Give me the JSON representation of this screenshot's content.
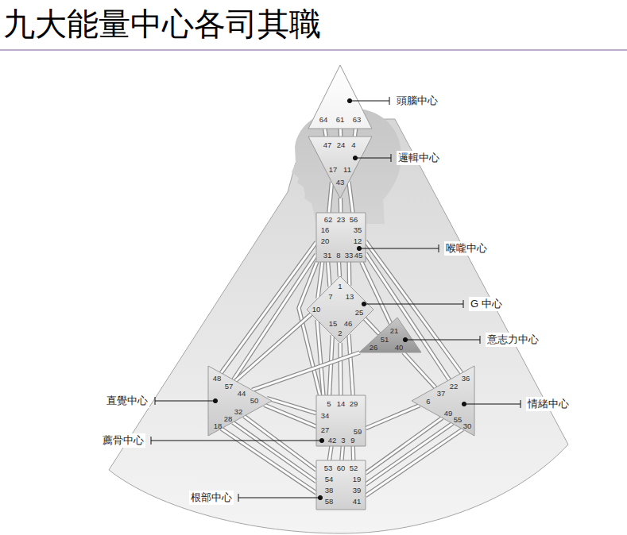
{
  "diagram": {
    "title": "九大能量中心各司其職",
    "nodes": [
      {
        "text": [
          "64",
          "61",
          "63"
        ]
      },
      {
        "text": [
          "47",
          "24",
          "4",
          "17",
          "11",
          "43"
        ]
      },
      {
        "text": [
          "62",
          "23",
          "56",
          "16",
          "35",
          "20",
          "12",
          "31",
          "8",
          "33",
          "45"
        ]
      },
      {
        "text": [
          "1",
          "7",
          "13",
          "10",
          "25",
          "15",
          "46",
          "2"
        ]
      },
      {
        "text": [
          "21",
          "51",
          "26",
          "40"
        ]
      },
      {
        "text": [
          "48",
          "57",
          "44",
          "50",
          "32",
          "28",
          "18"
        ]
      },
      {
        "text": [
          "5",
          "14",
          "29",
          "34",
          "27",
          "59",
          "42",
          "3",
          "9"
        ]
      },
      {
        "text": [
          "36",
          "22",
          "37",
          "6",
          "49",
          "55",
          "30"
        ]
      },
      {
        "text": [
          "53",
          "60",
          "52",
          "54",
          "19",
          "38",
          "39",
          "58",
          "41"
        ]
      }
    ],
    "edges": [
      {
        "from": 0,
        "to": 1,
        "arrow": "none"
      },
      {
        "from": 0,
        "to": 1,
        "arrow": "none"
      },
      {
        "from": 0,
        "to": 1,
        "arrow": "none"
      },
      {
        "from": 1,
        "to": 2,
        "arrow": "none"
      },
      {
        "from": 1,
        "to": 2,
        "arrow": "none"
      },
      {
        "from": 1,
        "to": 2,
        "arrow": "none"
      },
      {
        "from": 2,
        "to": 3,
        "arrow": "none"
      },
      {
        "from": 2,
        "to": 3,
        "arrow": "none"
      },
      {
        "from": 2,
        "to": 3,
        "arrow": "none"
      },
      {
        "from": 2,
        "to": 3,
        "arrow": "none"
      },
      {
        "from": 2,
        "to": 5,
        "arrow": "none"
      },
      {
        "from": 2,
        "to": 5,
        "arrow": "none"
      },
      {
        "from": 2,
        "to": 6,
        "arrow": "none"
      },
      {
        "from": 2,
        "to": 4,
        "arrow": "none"
      },
      {
        "from": 2,
        "to": 7,
        "arrow": "none"
      },
      {
        "from": 2,
        "to": 7,
        "arrow": "none"
      },
      {
        "from": 3,
        "to": 4,
        "arrow": "none"
      },
      {
        "from": 3,
        "to": 5,
        "arrow": "none"
      },
      {
        "from": 3,
        "to": 6,
        "arrow": "none"
      },
      {
        "from": 3,
        "to": 6,
        "arrow": "none"
      },
      {
        "from": 3,
        "to": 6,
        "arrow": "none"
      },
      {
        "from": 3,
        "to": 6,
        "arrow": "none"
      },
      {
        "from": 4,
        "to": 5,
        "arrow": "none"
      },
      {
        "from": 4,
        "to": 7,
        "arrow": "none"
      },
      {
        "from": 5,
        "to": 6,
        "arrow": "none"
      },
      {
        "from": 5,
        "to": 6,
        "arrow": "none"
      },
      {
        "from": 6,
        "to": 7,
        "arrow": "none"
      },
      {
        "from": 6,
        "to": 8,
        "arrow": "none"
      },
      {
        "from": 6,
        "to": 8,
        "arrow": "none"
      },
      {
        "from": 6,
        "to": 8,
        "arrow": "none"
      },
      {
        "from": 5,
        "to": 8,
        "arrow": "none"
      },
      {
        "from": 5,
        "to": 8,
        "arrow": "none"
      },
      {
        "from": 5,
        "to": 8,
        "arrow": "none"
      },
      {
        "from": 7,
        "to": 8,
        "arrow": "none"
      },
      {
        "from": 7,
        "to": 8,
        "arrow": "none"
      },
      {
        "from": 7,
        "to": 8,
        "arrow": "none"
      }
    ],
    "labels": [
      "頭腦中心",
      "邏輯中心",
      "喉嚨中心",
      "G 中心",
      "意志力中心",
      "直覺中心",
      "情緒中心",
      "薦骨中心",
      "根部中心"
    ]
  }
}
